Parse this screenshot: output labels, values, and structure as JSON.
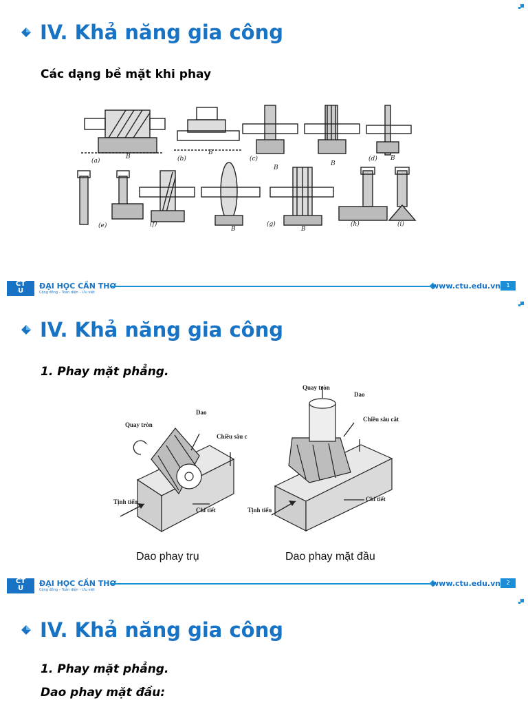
{
  "colors": {
    "accent": "#1873c4",
    "line": "#1a8fd8"
  },
  "slides": [
    {
      "title": "IV. Khả năng gia công",
      "subtitle": "Các dạng bề mặt khi phay",
      "figure_labels": [
        "(a)",
        "(b)",
        "(c)",
        "(d)",
        "(e)",
        "(f)",
        "(g)",
        "(h)",
        "(i)",
        "B",
        "B",
        "B",
        "B",
        "B",
        "B",
        "B"
      ],
      "footer": {
        "university": "ĐẠI HỌC CẦN THƠ",
        "motto": "Cộng đồng – Toàn diện – Ưu việt",
        "url": "www.ctu.edu.vn",
        "page": "1"
      }
    },
    {
      "title": "IV. Khả năng gia công",
      "subtitle": "1. Phay mặt phẳng.",
      "figure_left": {
        "labels": {
          "rotate": "Quay tròn",
          "tool": "Dao",
          "depth": "Chiều sâu cắt",
          "feed": "Tịnh\ntiến",
          "part": "Chi tiết"
        },
        "caption": "Dao phay trụ"
      },
      "figure_right": {
        "labels": {
          "rotate": "Quay tròn",
          "tool": "Dao",
          "depth": "Chiều sâu cắt",
          "feed": "Tịnh tiến",
          "part": "Chi tiết"
        },
        "caption": "Dao phay mặt đầu"
      },
      "footer": {
        "university": "ĐẠI HỌC CẦN THƠ",
        "motto": "Cộng đồng – Toàn diện – Ưu việt",
        "url": "www.ctu.edu.vn",
        "page": "2"
      }
    },
    {
      "title": "IV. Khả năng gia công",
      "subtitle": "1. Phay mặt phẳng.",
      "subtitle2": "Dao phay mặt đầu:"
    }
  ]
}
